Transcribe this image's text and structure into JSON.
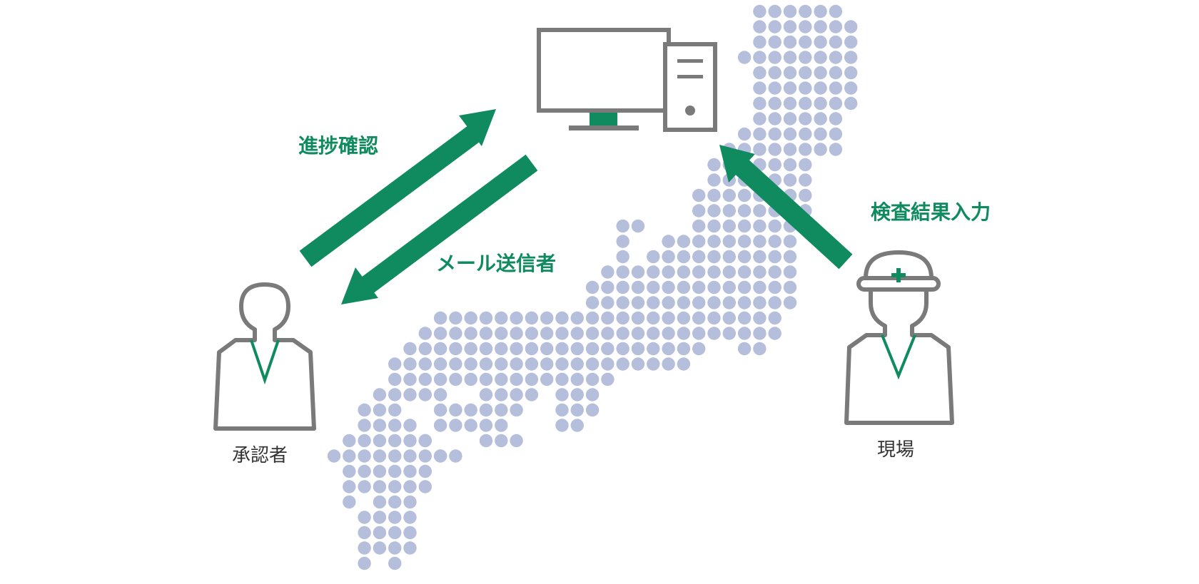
{
  "labels": {
    "progress_check": "進捗確認",
    "mail_sender": "メール送信者",
    "inspection_input": "検査結果入力",
    "approver": "承認者",
    "site": "現場"
  },
  "colors": {
    "accent_green": "#108a5f",
    "icon_gray": "#7a7a7a",
    "map_dot": "#b5bedb"
  },
  "icons": [
    "computer-icon",
    "approver-person-icon",
    "site-worker-helmet-icon",
    "japan-dot-map"
  ]
}
